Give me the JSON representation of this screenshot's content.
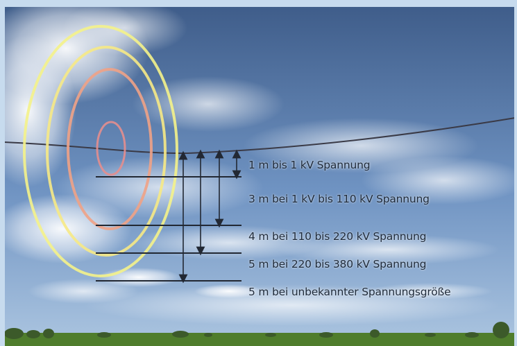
{
  "image": {
    "colors": {
      "sky_top": "#3f5d8a",
      "sky_mid": "#6f93c2",
      "sky_bottom": "#a9c3df",
      "cloud": "#f2f5fa",
      "ground_green": "#4f7d2c",
      "trees": "#3c5a2a",
      "wire": "#3a3a46",
      "measure_line": "#222833",
      "ring_yellow": "#f4f28a",
      "ring_yellow_soft": "#f6e985",
      "ring_salmon": "#f0a286",
      "ring_pink": "#e48e8e",
      "text": "#1e2a3a"
    }
  },
  "legend": {
    "items": [
      {
        "label": "1 m bis 1 kV Spannung"
      },
      {
        "label": "3 m bei 1 kV bis 110 kV Spannung"
      },
      {
        "label": "4 m bei 110 bis 220 kV Spannung"
      },
      {
        "label": "5 m bei 220 bis 380 kV Spannung"
      },
      {
        "label": "5 m bei unbekannter Spannungsgröße"
      }
    ]
  }
}
